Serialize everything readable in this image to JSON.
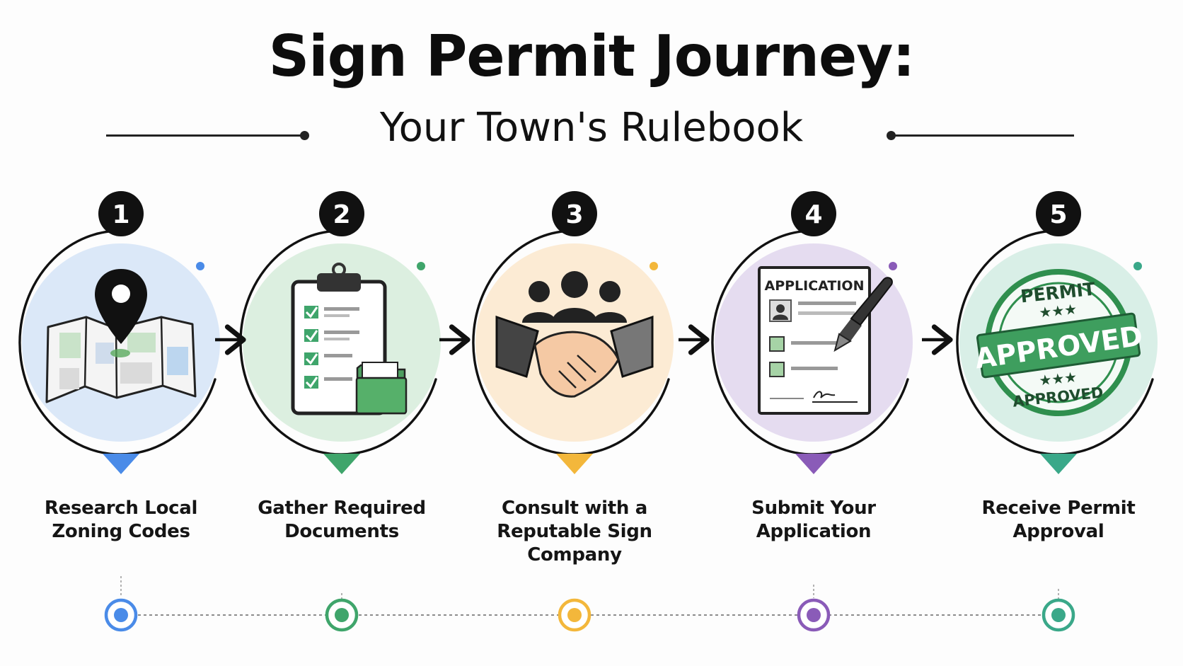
{
  "header": {
    "title": "Sign Permit Journey:",
    "subtitle": "Your Town's Rulebook"
  },
  "steps": [
    {
      "number": "1",
      "label_lines": [
        "Research Local",
        "Zoning Codes"
      ],
      "color": "#4a8be8",
      "fill": "#dbe8f8",
      "icon": "map-pin-icon"
    },
    {
      "number": "2",
      "label_lines": [
        "Gather Required",
        "Documents"
      ],
      "color": "#3fa56b",
      "fill": "#dcefe0",
      "icon": "clipboard-checklist-icon"
    },
    {
      "number": "3",
      "label_lines": [
        "Consult with a",
        "Reputable Sign",
        "Company"
      ],
      "color": "#f3b73b",
      "fill": "#fcebd4",
      "icon": "handshake-icon"
    },
    {
      "number": "4",
      "label_lines": [
        "Submit Your",
        "Application"
      ],
      "color": "#8a5bb8",
      "fill": "#e5dcf0",
      "icon": "application-form-icon"
    },
    {
      "number": "5",
      "label_lines": [
        "Receive Permit",
        "Approval"
      ],
      "color": "#3aa889",
      "fill": "#d9efe7",
      "icon": "approved-stamp-icon"
    }
  ],
  "icons": {
    "application_heading": "APPLICATION",
    "stamp_top": "PERMIT",
    "stamp_banner": "APPROVED",
    "stamp_bottom": "APPROVED"
  }
}
